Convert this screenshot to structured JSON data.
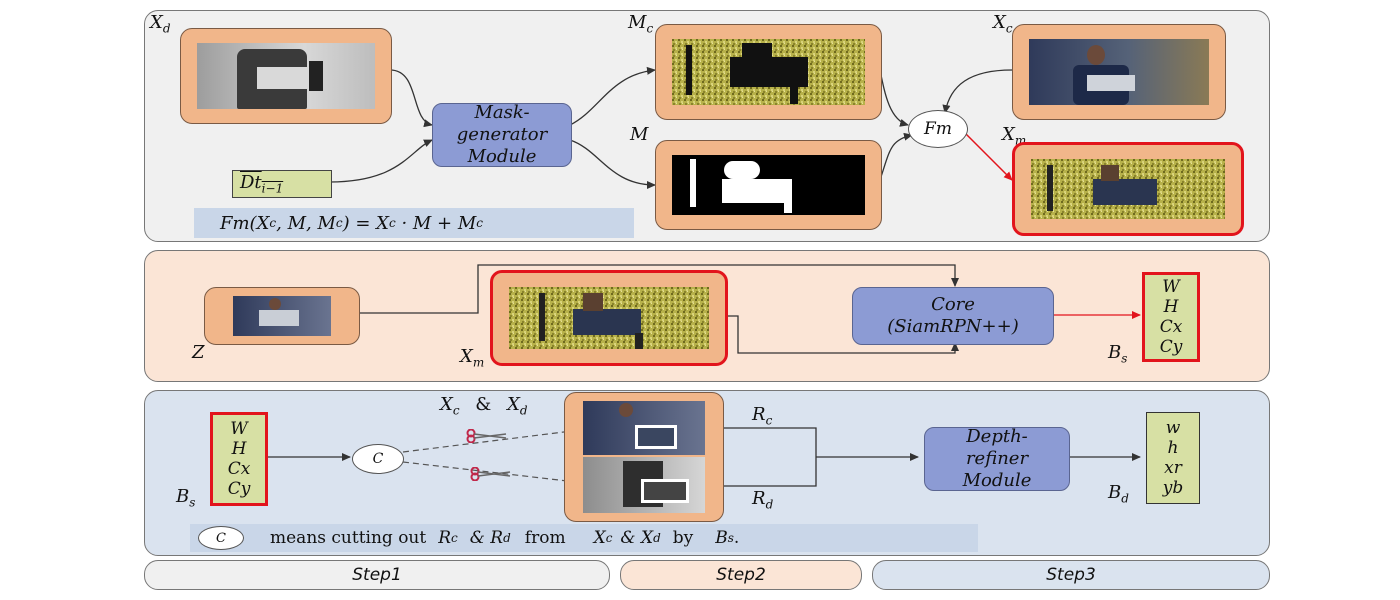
{
  "colors": {
    "step1_bg": "#f0f0f0",
    "step2_bg": "#fbe5d6",
    "step3_bg": "#dae3ef",
    "image_frame": "#f1b68a",
    "module": "#8c9bd4",
    "output_box": "#d7e0a4",
    "highlight": "#e2141c",
    "formula_bg": "#c9d6e8"
  },
  "step1": {
    "labels": {
      "xd": "X",
      "xd_sub": "d",
      "mc": "M",
      "mc_sub": "c",
      "m": "M",
      "xc": "X",
      "xc_sub": "c",
      "xm": "X",
      "xm_sub": "m",
      "dt": "Dt",
      "dt_sub": "i−1"
    },
    "mask_module": [
      "Mask-",
      "generator",
      "Module"
    ],
    "fm_node": "Fm",
    "formula": "Fm(X_c, M, M_c) = X_c · M + M_c",
    "formula_parts": {
      "a": "Fm(X",
      "a_sub": "c",
      "b": ", M, M",
      "b_sub": "c",
      "c": ") = X",
      "c_sub": "c",
      "d": " · M + M",
      "d_sub": "c"
    }
  },
  "step2": {
    "labels": {
      "z": "Z",
      "xm": "X",
      "xm_sub": "m",
      "bs": "B",
      "bs_sub": "s"
    },
    "core_module": [
      "Core",
      "(SiamRPN++)"
    ],
    "output": [
      "W",
      "H",
      "Cx",
      "Cy"
    ]
  },
  "step3": {
    "labels": {
      "xc": "X",
      "xc_sub": "c",
      "amp": "&",
      "xd": "X",
      "xd_sub": "d",
      "bs": "B",
      "bs_sub": "s",
      "rc": "R",
      "rc_sub": "c",
      "rd": "R",
      "rd_sub": "d",
      "bd": "B",
      "bd_sub": "d"
    },
    "input": [
      "W",
      "H",
      "Cx",
      "Cy"
    ],
    "c_node": "C",
    "depth_module": [
      "Depth-",
      "refiner",
      "Module"
    ],
    "output": [
      "w",
      "h",
      "xr",
      "yb"
    ],
    "note": {
      "c": "C",
      "t1": "means cutting out",
      "r1": "R",
      "r1_sub": "c",
      "amp1": "& R",
      "r2_sub": "d",
      "t2": "from",
      "x1": "X",
      "x1_sub": "c",
      "amp2": "& X",
      "x2_sub": "d",
      "t3": "by",
      "b": "B",
      "b_sub": "s",
      "end": "."
    }
  },
  "steps": [
    "Step1",
    "Step2",
    "Step3"
  ],
  "icons": [
    "scissors-icon",
    "scissors-icon"
  ]
}
